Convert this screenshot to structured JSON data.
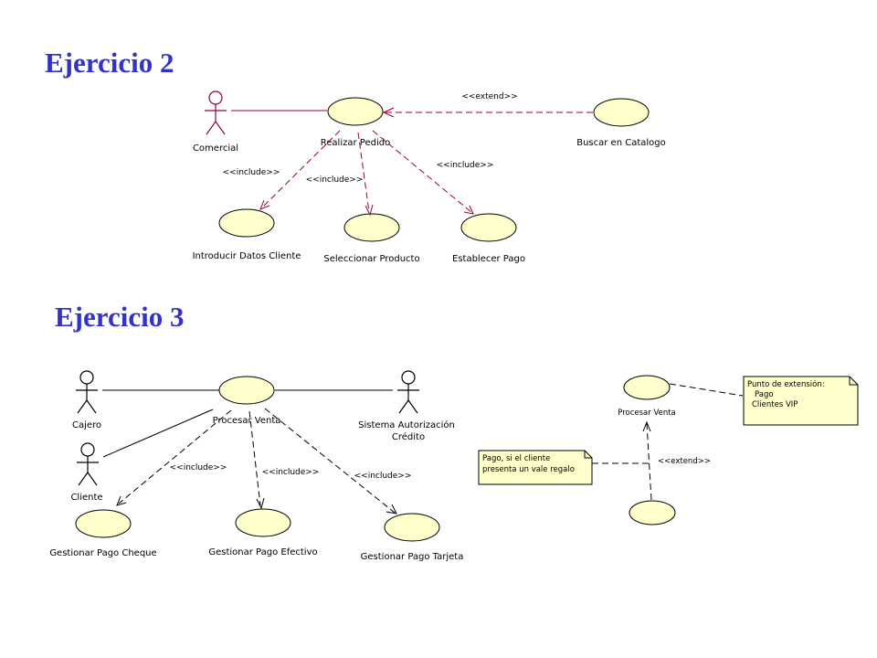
{
  "titles": {
    "ej2": "Ejercicio 2",
    "ej3": "Ejercicio 3"
  },
  "ej2": {
    "actor": "Comercial",
    "uc_main": "Realizar Pedido",
    "uc_buscar": "Buscar en Catalogo",
    "uc_datos": "Introducir Datos Cliente",
    "uc_producto": "Seleccionar Producto",
    "uc_pago": "Establecer Pago",
    "st_extend": "<<extend>>",
    "st_include_1": "<<include>>",
    "st_include_2": "<<include>>",
    "st_include_3": "<<include>>"
  },
  "ej3": {
    "actor_cajero": "Cajero",
    "actor_cliente": "Cliente",
    "actor_sistema_1": "Sistema Autorización",
    "actor_sistema_2": "Crédito",
    "uc_main": "Procesar Venta",
    "uc_cheque": "Gestionar Pago Cheque",
    "uc_efectivo": "Gestionar Pago Efectivo",
    "uc_tarjeta": "Gestionar Pago Tarjeta",
    "st_include_1": "<<include>>",
    "st_include_2": "<<include>>",
    "st_include_3": "<<include>>"
  },
  "ext": {
    "uc_main": "Procesar Venta",
    "st_extend": "<<extend>>",
    "note_ext_1": "Punto de extensión:",
    "note_ext_2": "Pago",
    "note_ext_3": "Clientes VIP",
    "note_cond_1": "Pago, si el cliente",
    "note_cond_2": "presenta un vale regalo"
  },
  "colors": {
    "title": "#3333cc",
    "usecase_fill": "#ffffcc",
    "relation_line": "#990033",
    "ink": "#000000"
  }
}
